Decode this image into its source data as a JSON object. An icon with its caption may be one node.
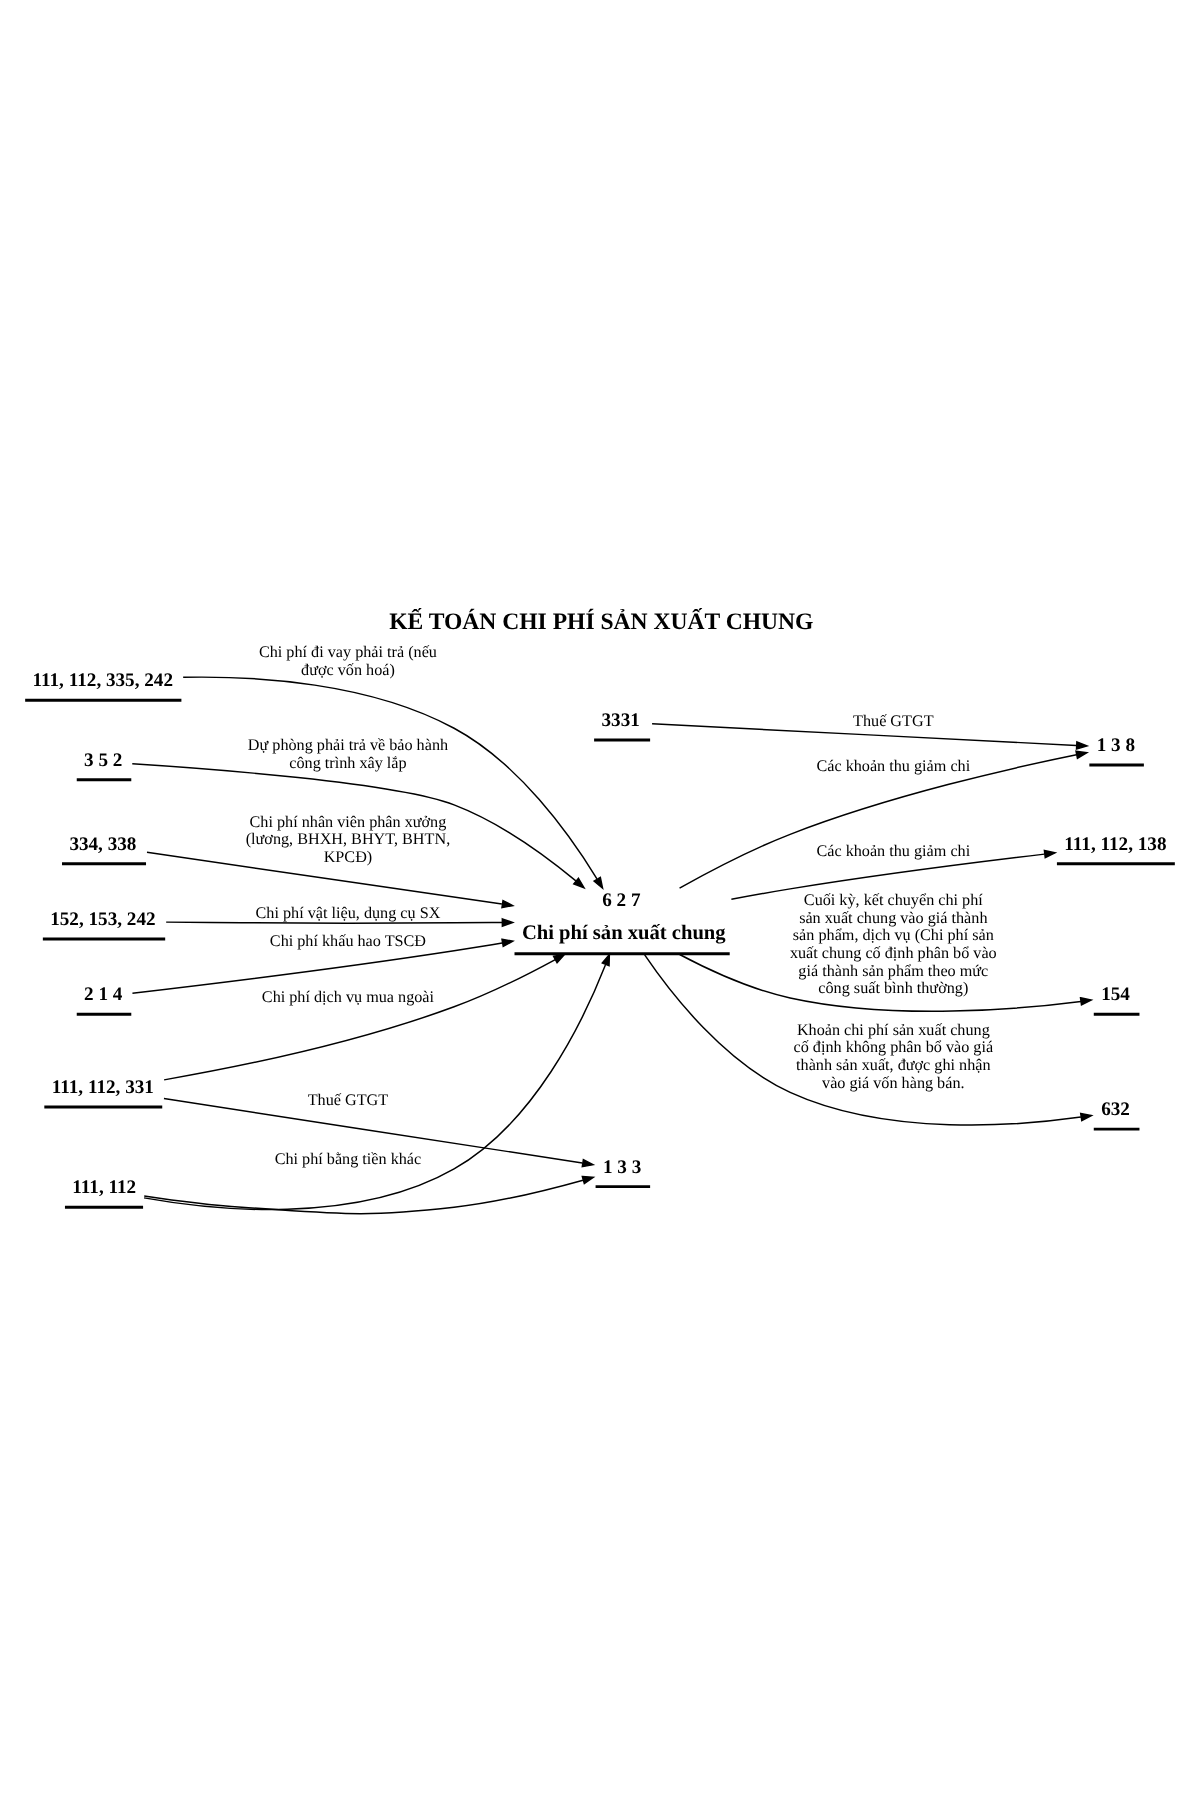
{
  "diagram": {
    "title": "KẾ TOÁN CHI PHÍ SẢN XUẤT CHUNG",
    "nodes": [
      {
        "text": [
          "6 2 7",
          "Chi phí sản xuất chung"
        ]
      },
      {
        "text": [
          "334, 338"
        ]
      },
      {
        "text": [
          "154"
        ]
      },
      {
        "text": [
          "152, 153, 242"
        ]
      },
      {
        "text": [
          "632"
        ]
      },
      {
        "text": [
          "2 1 4"
        ]
      },
      {
        "text": [
          "111, 112, 331"
        ]
      },
      {
        "text": [
          "1 3 3"
        ]
      },
      {
        "text": [
          "111, 112"
        ]
      },
      {
        "text": [
          "111, 112, 138"
        ]
      },
      {
        "text": [
          "111, 112, 335, 242"
        ]
      },
      {
        "text": [
          "1 3 8"
        ]
      },
      {
        "text": [
          "3 5 2"
        ]
      },
      {
        "text": [
          "3331"
        ]
      }
    ],
    "edges": [
      {
        "from": 1,
        "to": 0,
        "arrow": "to",
        "label": "Chi phí nhân viên phân xưởng (lương, BHXH, BHYT, BHTN, KPCĐ)"
      },
      {
        "from": 0,
        "to": 2,
        "arrow": "to",
        "label": "Cuối kỳ, kết chuyển chi phí sản xuất chung vào giá thành sản phẩm, dịch vụ (Chi phí sản xuất chung cố định phân bổ vào giá thành sản phẩm theo mức công suất bình thường)"
      },
      {
        "from": 3,
        "to": 0,
        "arrow": "to",
        "label": "Chi phí vật liệu, dụng cụ SX"
      },
      {
        "from": 5,
        "to": 0,
        "arrow": "to",
        "label": "Chi phí khấu hao TSCĐ"
      },
      {
        "from": 0,
        "to": 4,
        "arrow": "to",
        "label": "Khoản chi phí sản xuất chung cố định không phân bổ vào giá thành sản xuất, được ghi nhận vào giá vốn hàng bán."
      },
      {
        "from": 6,
        "to": 0,
        "arrow": "to",
        "label": "Chi phí dịch vụ mua ngoài"
      },
      {
        "from": 6,
        "to": 7,
        "arrow": "to",
        "label": "Thuế GTGT"
      },
      {
        "from": 8,
        "to": 7,
        "arrow": "to"
      },
      {
        "from": 8,
        "to": 0,
        "arrow": "to",
        "label": "Chi phí bằng tiền khác"
      },
      {
        "from": 0,
        "to": 9,
        "arrow": "to",
        "label": "Các khoản thu giảm chi"
      },
      {
        "from": 10,
        "to": 0,
        "arrow": "to",
        "label": "Chi phí đi vay phải trả (nếu được vốn hoá)"
      },
      {
        "from": 0,
        "to": 11,
        "arrow": "to",
        "label": "Các khoản thu giảm chi"
      },
      {
        "from": 12,
        "to": 0,
        "arrow": "to",
        "label": "Dự phòng phải trả về bảo hành công trình xây lắp"
      },
      {
        "from": 13,
        "to": 11,
        "arrow": "to",
        "label": "Thuế GTGT"
      }
    ]
  }
}
